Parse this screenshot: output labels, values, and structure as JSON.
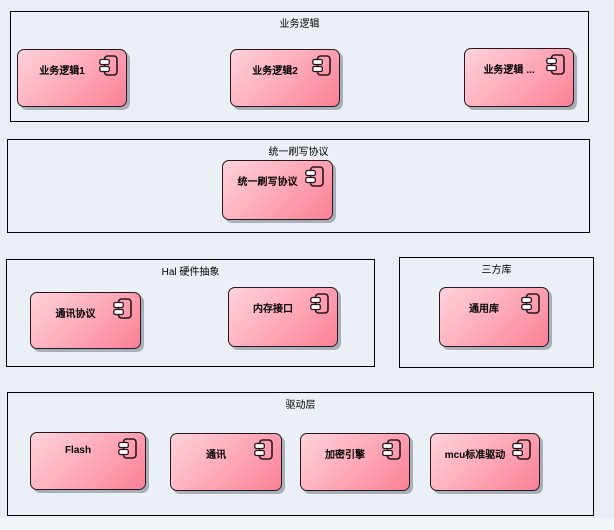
{
  "colors": {
    "background": "#e9edf4",
    "canvas_margin": "#f2f5f9",
    "container_fill": "#ebeff6",
    "container_border": "#000000",
    "component_grad_start": "#ffd2dc",
    "component_grad_mid": "#ffaebc",
    "component_grad_end": "#fa8196",
    "component_border": "#26181a",
    "shadow": "#a9aebc",
    "text": "#000000"
  },
  "diagram": {
    "type": "uml-component-diagram",
    "containers": [
      {
        "title": "业务逻辑",
        "components": [
          {
            "label": "业务逻辑1"
          },
          {
            "label": "业务逻辑2"
          },
          {
            "label": "业务逻辑 ..."
          }
        ]
      },
      {
        "title": "统一刷写协议",
        "components": [
          {
            "label": "统一刷写协议"
          }
        ]
      },
      {
        "title": "Hal 硬件抽象",
        "components": [
          {
            "label": "通讯协议"
          },
          {
            "label": "内存接口"
          }
        ]
      },
      {
        "title": "三方库",
        "components": [
          {
            "label": "通用库"
          }
        ]
      },
      {
        "title": "驱动层",
        "components": [
          {
            "label": "Flash"
          },
          {
            "label": "通讯"
          },
          {
            "label": "加密引擎"
          },
          {
            "label": "mcu标准驱动"
          }
        ]
      }
    ]
  }
}
